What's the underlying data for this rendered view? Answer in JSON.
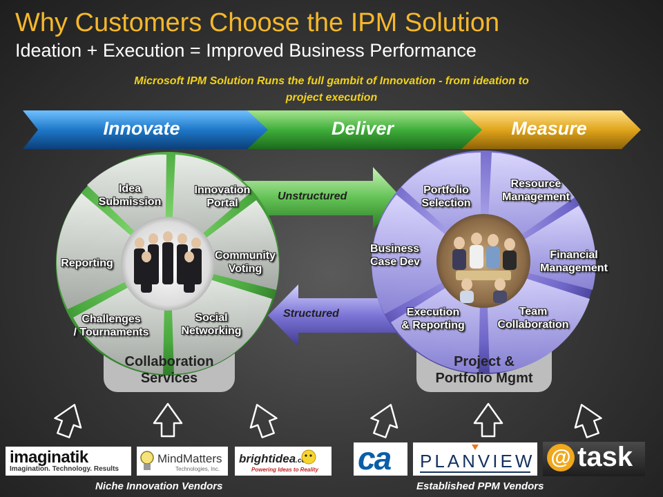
{
  "header": {
    "title": "Why Customers Choose the IPM Solution",
    "subtitle": "Ideation + Execution = Improved Business Performance",
    "intro_line1": "Microsoft  IPM Solution Runs the full gambit of Innovation - from ideation to",
    "intro_line2": "project execution"
  },
  "phases": [
    {
      "label": "Innovate",
      "color": "#1e78c8"
    },
    {
      "label": "Deliver",
      "color": "#3fae3a"
    },
    {
      "label": "Measure",
      "color": "#e0a51c"
    }
  ],
  "collaboration": {
    "segments": {
      "idea_submission": [
        "Idea",
        "Submission"
      ],
      "innovation_portal": [
        "Innovation",
        "Portal"
      ],
      "community_voting": [
        "Community",
        "Voting"
      ],
      "social_networking": [
        "Social",
        "Networking"
      ],
      "challenges": [
        "Challenges",
        "/ Tournaments"
      ],
      "reporting": [
        "Reporting"
      ]
    },
    "base_label": [
      "Collaboration",
      "Services"
    ]
  },
  "ppm": {
    "segments": {
      "portfolio_selection": [
        "Portfolio",
        "Selection"
      ],
      "resource_management": [
        "Resource",
        "Management"
      ],
      "financial_management": [
        "Financial",
        "Management"
      ],
      "team_collaboration": [
        "Team",
        "Collaboration"
      ],
      "execution_reporting": [
        "Execution",
        "& Reporting"
      ],
      "business_case": [
        "Business",
        "Case Dev"
      ]
    },
    "base_label": [
      "Project &",
      "Portfolio Mgmt"
    ]
  },
  "flows": {
    "unstructured": "Unstructured",
    "structured": "Structured"
  },
  "vendors": {
    "niche": {
      "caption": "Niche Innovation Vendors",
      "imaginatik": {
        "name": "imaginatik",
        "tagline": "Imagination. Technology. Results"
      },
      "mindmatters": {
        "name": "MindMatters",
        "tagline": "Technologies, Inc."
      },
      "brightidea": {
        "name": "brightidea",
        "suffix": ".com",
        "tagline": "Powering Ideas to Reality"
      }
    },
    "established": {
      "caption": "Established PPM Vendors",
      "ca": {
        "name": "ca"
      },
      "planview": {
        "name": "PLANVIEW"
      },
      "atask": {
        "name": "task",
        "symbol": "@"
      }
    }
  }
}
